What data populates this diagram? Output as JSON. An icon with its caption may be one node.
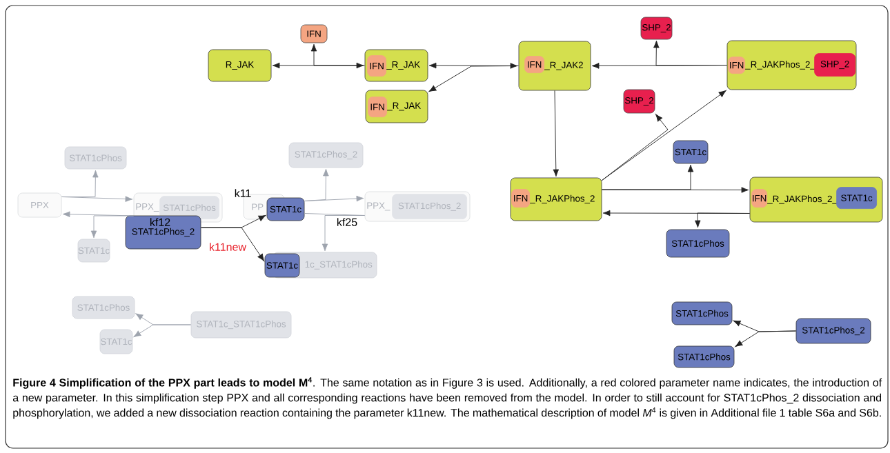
{
  "diagram": {
    "caption": "**Figure 4 Simplification of the PPX part leads to model M$^{4}$**. The same notation as in Figure 3 is used. Additionally, a red colored parameter name indicates, the introduction of a new parameter. In this simplification step PPX and all corresponding reactions have been removed from the model. In order to still account for STAT1cPhos_2 dissociation and phosphorylation, we added a new dissociation reaction containing the parameter k11new. The mathematical description of model *M*$^{4}$ is given in Additional file 1 table S6a and S6b.",
    "nodes": [
      {
        "text": [
          "R_JAK"
        ]
      },
      {
        "text": [
          "IFN"
        ]
      },
      {
        "text": [
          "_R_JAK"
        ]
      },
      {
        "text": [
          "IFN"
        ],
        "in": 2
      },
      {
        "text": [
          "_R_JAK"
        ]
      },
      {
        "text": [
          "IFN"
        ],
        "in": 4
      },
      {
        "text": [
          "_R_JAK2"
        ]
      },
      {
        "text": [
          "IFN"
        ],
        "in": 6
      },
      {
        "text": [
          "SHP_2"
        ]
      },
      {
        "text": [
          "_R_JAKPhos_2_"
        ]
      },
      {
        "text": [
          "IFN"
        ],
        "in": 9
      },
      {
        "text": [
          "SHP_2"
        ],
        "in": 9
      },
      {
        "text": [
          "SHP_2"
        ]
      },
      {
        "text": [
          "STAT1c"
        ]
      },
      {
        "text": [
          "_R_JAKPhos_2"
        ]
      },
      {
        "text": [
          "IFN"
        ],
        "in": 14
      },
      {
        "text": [
          "_R_JAKPhos_2_"
        ]
      },
      {
        "text": [
          "IFN"
        ],
        "in": 16
      },
      {
        "text": [
          "STAT1c"
        ],
        "in": 16
      },
      {
        "text": [
          "STAT1cPhos"
        ]
      },
      {
        "text": [
          "STAT1cPhos"
        ]
      },
      {
        "text": [
          "PPX"
        ]
      },
      {
        "text": [
          "PPX_"
        ]
      },
      {
        "text": [
          "STAT1cPhos"
        ],
        "in": 22
      },
      {
        "text": [
          "STAT1c"
        ]
      },
      {
        "text": [
          "STAT1cPhos_2"
        ]
      },
      {
        "text": [
          "PP"
        ]
      },
      {
        "text": [
          "STAT1c"
        ]
      },
      {
        "text": [
          "STAT1cPhos_2"
        ]
      },
      {
        "text": [
          "PPX_"
        ]
      },
      {
        "text": [
          "STAT1cPhos_2"
        ],
        "in": 29
      },
      {
        "text": [
          "1c_STAT1cPhos"
        ]
      },
      {
        "text": [
          "STAT1c"
        ]
      },
      {
        "text": [
          "STAT1cPhos"
        ]
      },
      {
        "text": [
          "STAT1c"
        ]
      },
      {
        "text": [
          "STAT1c_STAT1cPhos"
        ]
      },
      {
        "text": [
          "STAT1cPhos"
        ]
      },
      {
        "text": [
          "STAT1cPhos"
        ]
      },
      {
        "text": [
          "STAT1cPhos_2"
        ]
      }
    ],
    "edges": [
      {
        "from": 0,
        "to": 2,
        "arrow": "both"
      },
      {
        "from": 2,
        "to": 1,
        "arrow": "to"
      },
      {
        "from": 2,
        "to": 6,
        "arrow": "both"
      },
      {
        "from": 6,
        "to": 4,
        "arrow": "to"
      },
      {
        "from": 9,
        "to": 6,
        "arrow": "to"
      },
      {
        "from": 9,
        "to": 8,
        "arrow": "to"
      },
      {
        "from": 6,
        "to": 14,
        "arrow": "to"
      },
      {
        "from": 14,
        "to": 9,
        "arrow": "to"
      },
      {
        "from": 14,
        "to": 12,
        "arrow": "to"
      },
      {
        "from": 14,
        "to": 16,
        "arrow": "to"
      },
      {
        "from": 14,
        "to": 13,
        "arrow": "to"
      },
      {
        "from": 16,
        "to": 14,
        "arrow": "to"
      },
      {
        "from": 16,
        "to": 19,
        "arrow": "to"
      },
      {
        "from": 21,
        "to": 22,
        "arrow": "to",
        "color": "#9ea4ae"
      },
      {
        "from": 21,
        "to": 20,
        "arrow": "to",
        "color": "#9ea4ae"
      },
      {
        "from": 22,
        "to": 21,
        "arrow": "to",
        "color": "#9ea4ae"
      },
      {
        "from": 22,
        "to": 24,
        "arrow": "to",
        "color": "#9ea4ae"
      },
      {
        "from": 25,
        "to": 27,
        "arrow": "to"
      },
      {
        "from": 25,
        "to": 32,
        "arrow": "to"
      },
      {
        "from": 27,
        "to": 29,
        "arrow": "to",
        "color": "#9ea4ae"
      },
      {
        "from": 27,
        "to": 28,
        "arrow": "to",
        "color": "#9ea4ae"
      },
      {
        "from": 29,
        "to": 27,
        "arrow": "none",
        "color": "#9ea4ae"
      },
      {
        "from": 29,
        "to": 31,
        "arrow": "to",
        "color": "#9ea4ae"
      },
      {
        "from": 35,
        "to": 33,
        "arrow": "to",
        "color": "#9ea4ae"
      },
      {
        "from": 35,
        "to": 34,
        "arrow": "to",
        "color": "#9ea4ae"
      },
      {
        "from": 38,
        "to": 36,
        "arrow": "to"
      },
      {
        "from": 38,
        "to": 37,
        "arrow": "to"
      }
    ],
    "labels": [
      "k11",
      "kf12",
      "kf25",
      "k11new"
    ]
  }
}
